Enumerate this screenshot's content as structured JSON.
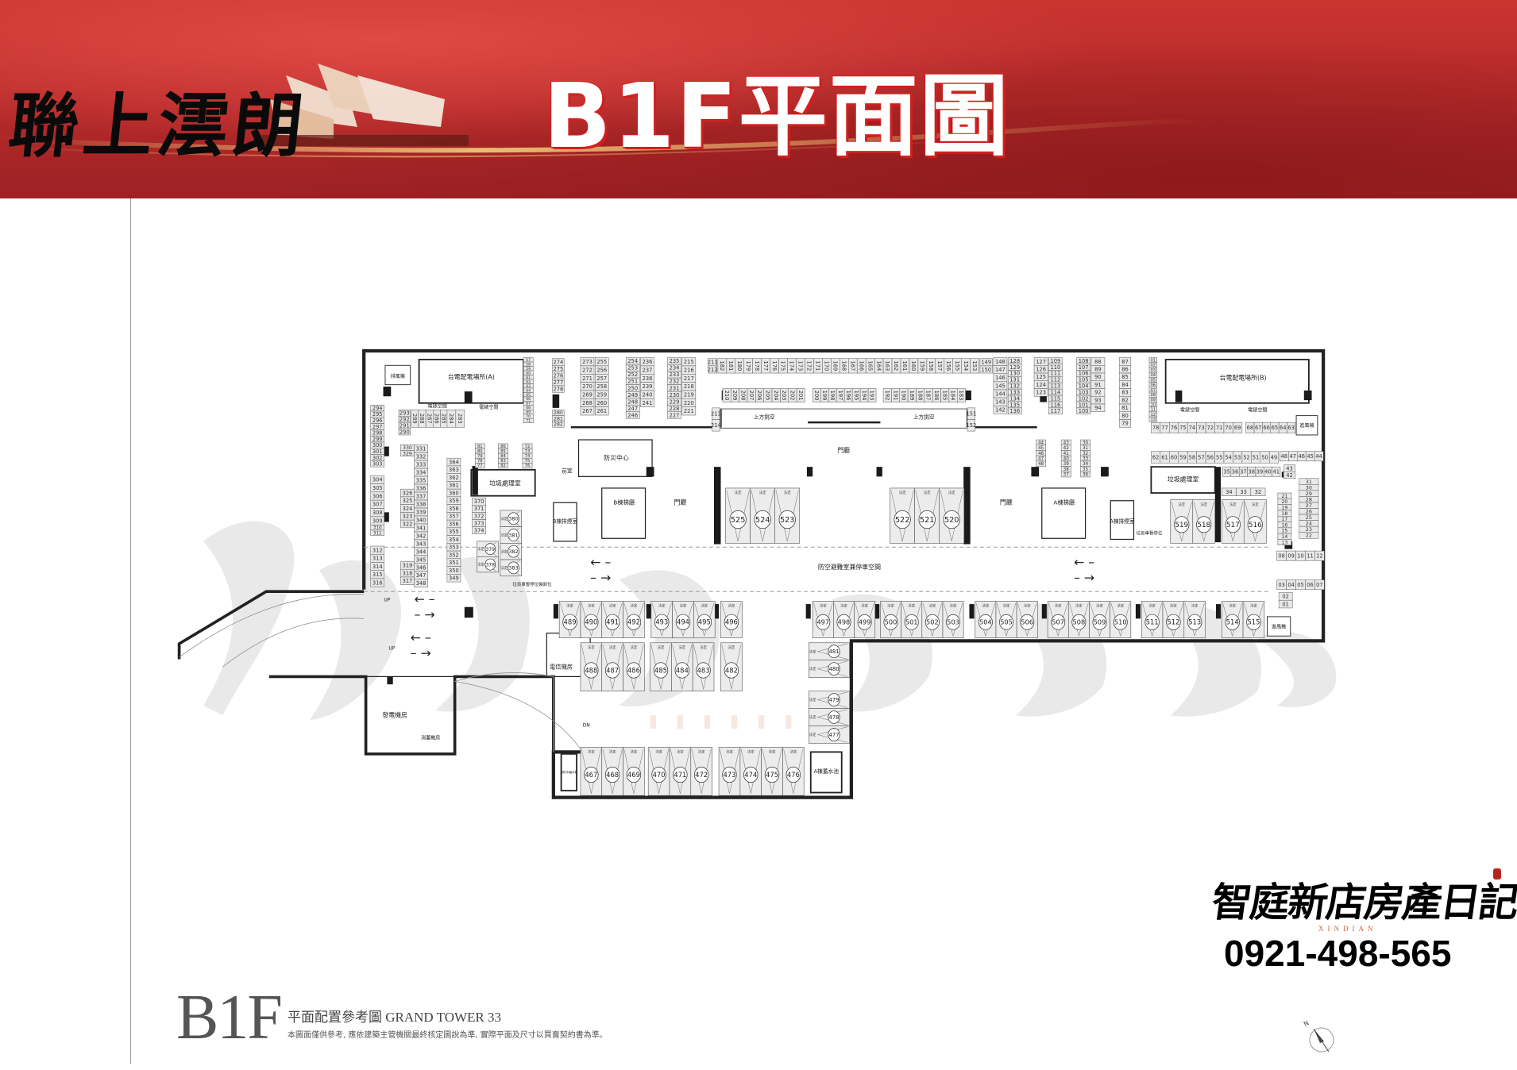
{
  "header": {
    "project_name": "聯上澐朗",
    "title": "B1F平面圖"
  },
  "footer": {
    "floor": "B1F",
    "subtitle": "平面配置參考圖 GRAND TOWER 33",
    "disclaimer": "本圖面僅供參考, 應依建築主管機關最終核定圖說為準, 實際平面及尺寸以買賣契約書為準。"
  },
  "brand": {
    "name": "智庭新店房產日記",
    "name_en": "XINDIAN",
    "phone": "0921-498-565",
    "watermark": "智庭新店房產日記",
    "watermark_en": "XINDIAN"
  },
  "compass": {
    "north": "N"
  },
  "rooms": {
    "power_a": "台電配電場所(A)",
    "power_b": "台電配電場所(B)",
    "meter_1": "電錶空間",
    "meter_2": "電錶空間",
    "meter_3": "電錶空間",
    "meter_4": "電錶空間",
    "exhaust_fan": "排風機",
    "intake_fan": "進風機",
    "intake_fan_2": "進風機",
    "garbage_b": "垃圾處理室",
    "garbage_a": "垃圾處理室",
    "disaster_center": "防災中心",
    "anteroom": "前室",
    "lobby_b": "B棟梯廳",
    "lobby_a": "A棟梯廳",
    "smoke_b": "B棟排煙室",
    "smoke_a": "A棟排煙室",
    "hall_1": "門廳",
    "hall_2": "門廳",
    "hall_3": "門廳",
    "void_1": "上方挑空",
    "void_2": "上方挑空",
    "shelter": "防空避難室兼停車空間",
    "garbage_truck_b": "垃圾車暫停位裝卸位",
    "garbage_truck_a": "垃圾車暫停位",
    "generator": "發電機房",
    "telecom": "電信機房",
    "fire_pump": "消蓄機房",
    "water_tank_a": "A棟蓄水池",
    "relay_tank": "消防中繼水箱",
    "up_1": "UP",
    "up_2": "UP",
    "dn": "DN"
  },
  "legal_label": "法定",
  "small_spaces": [
    {
      "id": "r1",
      "numbers": [
        182,
        181,
        180,
        179,
        178,
        177,
        176,
        175,
        174,
        173,
        172,
        171,
        170,
        169,
        168,
        167,
        166,
        165,
        164,
        163,
        162,
        161,
        160,
        159,
        158,
        157,
        156,
        155,
        154,
        153
      ]
    },
    {
      "id": "r1a",
      "numbers": [
        211,
        212
      ]
    },
    {
      "id": "r1b",
      "numbers": [
        149,
        150
      ]
    },
    {
      "id": "r2a",
      "numbers": [
        210,
        209,
        208,
        207,
        206,
        205,
        204,
        203,
        202,
        201
      ]
    },
    {
      "id": "r2b",
      "numbers": [
        200,
        199,
        198,
        197,
        196,
        195,
        194,
        193
      ]
    },
    {
      "id": "r2c",
      "numbers": [
        192,
        191,
        190,
        189,
        188,
        187,
        186,
        185,
        184,
        183
      ]
    },
    {
      "id": "c213",
      "numbers": [
        213,
        214
      ]
    },
    {
      "id": "c151",
      "numbers": [
        151,
        152
      ]
    },
    {
      "id": "l1",
      "numbers": [
        294,
        295,
        296,
        297,
        298,
        299,
        300,
        301,
        302,
        303
      ]
    },
    {
      "id": "l2",
      "numbers": [
        304,
        305,
        306,
        307,
        308,
        309
      ]
    },
    {
      "id": "l3",
      "numbers": [
        310,
        311
      ]
    },
    {
      "id": "l4",
      "numbers": [
        312,
        313,
        314,
        315,
        316
      ]
    },
    {
      "id": "p1",
      "numbers": [
        330,
        329
      ]
    },
    {
      "id": "p2",
      "numbers": [
        326,
        325,
        324,
        323,
        322
      ]
    },
    {
      "id": "p3",
      "numbers": [
        319,
        318,
        317
      ]
    },
    {
      "id": "p4",
      "numbers": [
        331,
        332,
        333,
        334,
        335,
        336,
        337,
        338,
        339,
        340,
        341,
        342,
        343,
        344,
        345,
        346,
        347,
        348
      ]
    },
    {
      "id": "p5",
      "numbers": [
        364,
        363,
        362,
        361,
        360,
        359,
        358,
        357,
        356,
        355,
        354,
        353,
        352,
        351,
        350,
        349
      ]
    },
    {
      "id": "p6",
      "numbers": [
        370,
        371,
        372,
        373,
        374
      ]
    },
    {
      "id": "p7",
      "numbers": [
        293,
        292,
        291,
        290
      ]
    },
    {
      "id": "p8",
      "numbers": [
        289,
        288,
        287,
        286,
        285
      ]
    },
    {
      "id": "p9",
      "numbers": [
        284,
        283
      ]
    },
    {
      "id": "m1",
      "numbers": [
        57,
        58,
        59,
        60,
        61,
        62,
        63,
        64,
        65,
        66,
        67,
        68,
        69,
        70,
        71
      ]
    },
    {
      "id": "m2",
      "numbers": [
        86,
        85,
        84,
        83,
        82
      ]
    },
    {
      "id": "m3",
      "numbers": [
        81,
        80,
        79,
        78,
        77
      ]
    },
    {
      "id": "m4",
      "numbers": [
        72,
        73,
        74,
        75,
        76
      ]
    },
    {
      "id": "t1",
      "numbers": [
        274,
        275,
        276,
        277,
        278
      ]
    },
    {
      "id": "t2",
      "numbers": [
        280,
        281,
        282
      ]
    },
    {
      "id": "t3",
      "numbers": [
        273,
        272,
        271,
        270,
        269,
        268,
        267
      ]
    },
    {
      "id": "t4",
      "numbers": [
        255,
        256,
        257,
        258,
        259,
        260,
        261
      ]
    },
    {
      "id": "t5",
      "numbers": [
        254,
        253,
        252,
        251,
        250,
        249,
        248,
        247,
        246
      ]
    },
    {
      "id": "t6",
      "numbers": [
        236,
        237,
        238,
        239,
        240,
        241
      ]
    },
    {
      "id": "t7",
      "numbers": [
        235,
        234,
        233,
        232,
        231,
        230,
        229,
        228,
        227
      ]
    },
    {
      "id": "t8",
      "numbers": [
        215,
        216,
        217,
        218,
        219,
        220,
        221
      ]
    },
    {
      "id": "e1",
      "numbers": [
        148,
        147,
        146,
        145,
        144,
        143,
        142
      ]
    },
    {
      "id": "e2",
      "numbers": [
        128,
        129,
        130,
        131,
        132,
        133,
        134,
        135,
        136
      ]
    },
    {
      "id": "e3",
      "numbers": [
        127,
        126,
        125,
        124,
        123
      ]
    },
    {
      "id": "e4",
      "numbers": [
        109,
        110,
        111,
        112,
        113,
        114,
        115,
        116,
        117
      ]
    },
    {
      "id": "e5",
      "numbers": [
        108,
        107,
        106,
        105,
        104,
        103,
        102,
        101,
        100
      ]
    },
    {
      "id": "e6",
      "numbers": [
        88,
        89,
        90,
        91,
        92,
        93,
        94
      ]
    },
    {
      "id": "e7",
      "numbers": [
        87,
        86,
        85,
        84,
        83,
        82,
        81,
        80,
        79
      ]
    },
    {
      "id": "e8",
      "numbers": [
        "01",
        "02",
        "03",
        "04",
        "05",
        "06",
        "07",
        "08",
        "09",
        "10",
        "11",
        "12",
        "13"
      ]
    },
    {
      "id": "e9",
      "numbers": [
        78,
        77,
        76,
        75,
        74,
        73,
        72,
        71,
        70,
        69
      ]
    },
    {
      "id": "e10",
      "numbers": [
        68,
        67,
        66,
        65,
        64,
        63
      ]
    },
    {
      "id": "e11",
      "numbers": [
        62,
        61,
        60,
        59,
        58,
        57,
        56,
        55,
        54,
        53,
        52,
        51,
        50,
        49
      ]
    },
    {
      "id": "e12",
      "numbers": [
        35,
        36,
        37,
        38,
        39,
        40,
        41
      ]
    },
    {
      "id": "e13",
      "numbers": [
        34,
        33,
        32
      ]
    },
    {
      "id": "e14",
      "numbers": [
        48,
        47,
        46,
        45,
        44
      ]
    },
    {
      "id": "e15",
      "numbers": [
        43,
        42
      ]
    },
    {
      "id": "e16",
      "numbers": [
        31,
        30,
        29,
        28,
        27,
        26,
        25,
        24,
        23,
        22
      ]
    },
    {
      "id": "e17",
      "numbers": [
        21,
        20,
        19,
        18,
        17,
        16,
        15,
        14,
        13
      ]
    },
    {
      "id": "e18",
      "numbers": [
        "08",
        "09",
        10,
        11,
        12
      ]
    },
    {
      "id": "e19",
      "numbers": [
        "03",
        "04",
        "05",
        "06",
        "07"
      ]
    },
    {
      "id": "e20",
      "numbers": [
        "02",
        "01"
      ]
    },
    {
      "id": "a1",
      "numbers": [
        44,
        45,
        46,
        47,
        48
      ]
    },
    {
      "id": "a2",
      "numbers": [
        43,
        42,
        41,
        40,
        39,
        38,
        37
      ]
    },
    {
      "id": "a3",
      "numbers": [
        30,
        31,
        32,
        33,
        34,
        35,
        36
      ]
    }
  ],
  "legal_spaces": [
    {
      "id": "A1",
      "numbers": [
        489,
        490,
        491,
        492
      ]
    },
    {
      "id": "A2",
      "numbers": [
        493,
        494,
        495
      ]
    },
    {
      "id": "A3",
      "numbers": [
        496
      ]
    },
    {
      "id": "A4",
      "numbers": [
        497,
        498,
        499
      ]
    },
    {
      "id": "A5",
      "numbers": [
        500,
        501,
        502,
        503
      ]
    },
    {
      "id": "A6",
      "numbers": [
        504,
        505,
        506
      ]
    },
    {
      "id": "A7",
      "numbers": [
        507,
        508,
        509,
        510
      ]
    },
    {
      "id": "A8",
      "numbers": [
        511,
        512,
        513
      ]
    },
    {
      "id": "A9",
      "numbers": [
        514,
        515
      ]
    },
    {
      "id": "B1",
      "numbers": [
        488,
        487,
        486
      ]
    },
    {
      "id": "B2",
      "numbers": [
        485,
        484,
        483
      ]
    },
    {
      "id": "B3",
      "numbers": [
        482
      ]
    },
    {
      "id": "C1",
      "numbers": [
        481,
        480
      ]
    },
    {
      "id": "C2",
      "numbers": [
        479,
        478,
        477
      ]
    },
    {
      "id": "D1",
      "numbers": [
        467,
        468,
        469
      ]
    },
    {
      "id": "D2",
      "numbers": [
        470,
        471,
        472
      ]
    },
    {
      "id": "D3",
      "numbers": [
        473,
        474,
        475,
        476
      ]
    },
    {
      "id": "U1",
      "numbers": [
        525,
        524,
        523
      ]
    },
    {
      "id": "U2",
      "numbers": [
        522,
        521,
        520
      ]
    },
    {
      "id": "U3",
      "numbers": [
        519,
        518
      ]
    },
    {
      "id": "U4",
      "numbers": [
        517,
        516
      ]
    },
    {
      "id": "L1",
      "numbers": [
        380,
        381,
        382,
        383
      ]
    },
    {
      "id": "L2",
      "numbers": [
        379,
        378
      ]
    }
  ]
}
